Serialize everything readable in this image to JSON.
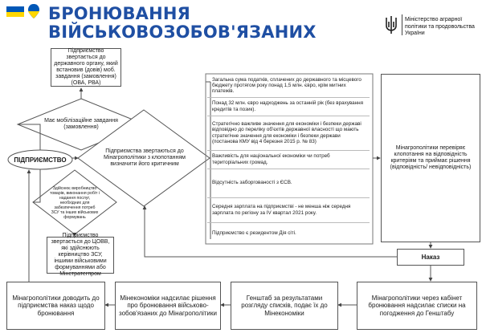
{
  "header": {
    "title_line1": "БРОНЮВАННЯ",
    "title_line2": "ВІЙСЬКОВОЗОБОВ'ЯЗАНИХ",
    "ministry": "Міністерство аграрної політики та продовольства України",
    "emblem_icon": "trident-icon",
    "flag_colors": [
      "#0057b7",
      "#ffd700"
    ],
    "accent_color": "#1f4fa3"
  },
  "flow": {
    "enterprise": "ПІДПРИЄМСТВО",
    "box_state_body": "Підприємство звертається до державного органу, який встановив (довів) моб. завдання (замовлення) (ОВА, РВА)",
    "diamond_mob_task": "Має мобілізаційне завдання (замовлення)",
    "diamond_criteria": "Підприємства звертаються до Мінагрополітики з клопотанням визначити його критичним",
    "diamond_activity": "Здійснює виробництво товарів, виконання робіт і надання послуг, необхідних для забезпечення потреб ЗСУ та інших військових формувань",
    "box_tsovv": "Підприємство звертається до ЦОВВ, які здійснюють керівництво ЗСУ, іншими військовими формуваннями або Мінстратегпром",
    "box_ministry_review": "Мінагрополітики перевіряє клопотання на відповідність критеріям та приймає рішення (відповідність/ невідповідність)",
    "box_order": "Наказ",
    "box_cabinet": "Мінагрополітики через кабінет бронювання надсилає списки на погодження до Генштабу",
    "box_genshtab": "Генштаб за результатами розгляду списків, подає їх до Мінекономіки",
    "box_mineconomy": "Мінекономіки надсилає рішення про бронювання військово-зобов'язаних до Мінагрополітики",
    "box_bring_order": "Мінагрополітики доводить до підприємства наказ щодо бронювання"
  },
  "criteria": [
    "Загальна сума податків, сплачених до державного та місцевого бюджету протягом року понад 1,5 млн. євро, крім митних платежів.",
    "Понад 32 млн. євро надходжень за останній рік (без врахування кредитів та позик).",
    "Стратегічно важливе значення для економіки і безпеки державі відповідно до переліку об'єктів державної власності що мають стратегічне значення для економіки і безпеки держави (постанова КМУ від 4 березня 2015 р. № 83)",
    "Важливість для національної економіки чи потреб територіальних громад.",
    "Відсутність заборгованості з ЄСВ.",
    "Середня зарплата на підприємстві - не менша ніж середня зарплата по регіону за IV квартал 2021 року.",
    "Підприємство є резидентом Дія сіті."
  ]
}
